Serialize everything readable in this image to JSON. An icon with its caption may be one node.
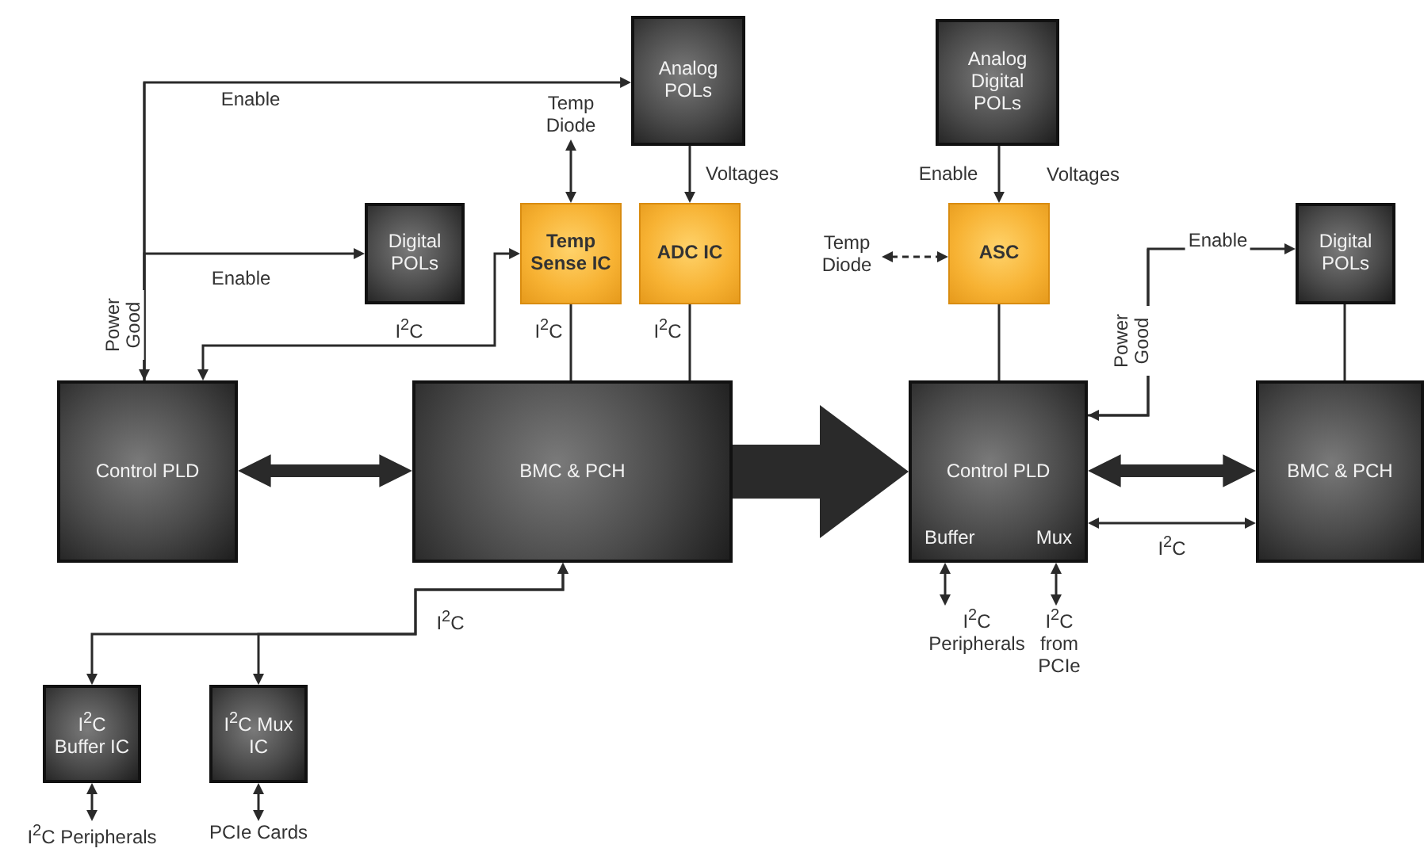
{
  "diagram": {
    "nodes": [
      {
        "text": [
          "Analog POLs"
        ]
      },
      {
        "text": [
          "Digital POLs"
        ]
      },
      {
        "text": [
          "Temp Sense IC"
        ]
      },
      {
        "text": [
          "ADC IC"
        ]
      },
      {
        "text": [
          "Temp Diode"
        ]
      },
      {
        "text": [
          "Control PLD"
        ]
      },
      {
        "text": [
          "BMC & PCH"
        ]
      },
      {
        "text": [
          "I$^{2}$C Buffer IC"
        ]
      },
      {
        "text": [
          "I$^{2}$C Mux IC"
        ]
      },
      {
        "text": [
          "I$^{2}$C Peripherals"
        ]
      },
      {
        "text": [
          "PCIe Cards"
        ]
      },
      {
        "text": [
          "Analog Digital POLs"
        ]
      },
      {
        "text": [
          "ASC"
        ]
      },
      {
        "text": [
          "Temp Diode"
        ]
      },
      {
        "text": [
          "Digital POLs"
        ]
      },
      {
        "text": [
          "Control PLD",
          "Buffer",
          "Mux"
        ]
      },
      {
        "text": [
          "BMC & PCH"
        ]
      },
      {
        "text": [
          "I$^{2}$C Peripherals"
        ]
      },
      {
        "text": [
          "I$^{2}$C from PCIe"
        ]
      }
    ],
    "edges": [
      {
        "from": 5,
        "to": 0,
        "arrow": "to",
        "label": "Enable"
      },
      {
        "from": 5,
        "to": 1,
        "arrow": "to",
        "label": "Enable"
      },
      {
        "from": null,
        "to": 5,
        "arrow": "to",
        "label": "Power Good"
      },
      {
        "from": 2,
        "to": 5,
        "arrow": "both",
        "label": "I$^{2}$C"
      },
      {
        "from": 4,
        "to": 2,
        "arrow": "both"
      },
      {
        "from": 0,
        "to": 3,
        "arrow": "to",
        "label": "Voltages"
      },
      {
        "from": 2,
        "to": 6,
        "arrow": "none",
        "label": "I$^{2}$C"
      },
      {
        "from": 3,
        "to": 6,
        "arrow": "none",
        "label": "I$^{2}$C"
      },
      {
        "from": 5,
        "to": 6,
        "arrow": "both",
        "style": "thick"
      },
      {
        "from": 6,
        "to": 15,
        "arrow": "to",
        "style": "thick"
      },
      {
        "from": 6,
        "to": 7,
        "arrow": "both",
        "label": "I$^{2}$C"
      },
      {
        "from": 6,
        "to": 8,
        "arrow": "both"
      },
      {
        "from": 7,
        "to": 9,
        "arrow": "both"
      },
      {
        "from": 8,
        "to": 10,
        "arrow": "both"
      },
      {
        "from": 11,
        "to": 12,
        "arrow": "to",
        "label": "Enable"
      },
      {
        "from": 13,
        "to": 12,
        "arrow": "both",
        "style": "dashed"
      },
      {
        "from": 12,
        "to": 15,
        "arrow": "none"
      },
      {
        "from": 15,
        "to": 14,
        "arrow": "to",
        "label": "Enable"
      },
      {
        "from": null,
        "to": 15,
        "arrow": "to",
        "label": "Power Good"
      },
      {
        "from": 14,
        "to": 16,
        "arrow": "none"
      },
      {
        "from": 15,
        "to": 16,
        "arrow": "both",
        "style": "thick"
      },
      {
        "from": 15,
        "to": 16,
        "arrow": "both",
        "label": "I$^{2}$C"
      },
      {
        "from": 15,
        "to": 17,
        "arrow": "both"
      },
      {
        "from": 15,
        "to": 18,
        "arrow": "both"
      }
    ],
    "labels": [
      "Voltages"
    ]
  }
}
